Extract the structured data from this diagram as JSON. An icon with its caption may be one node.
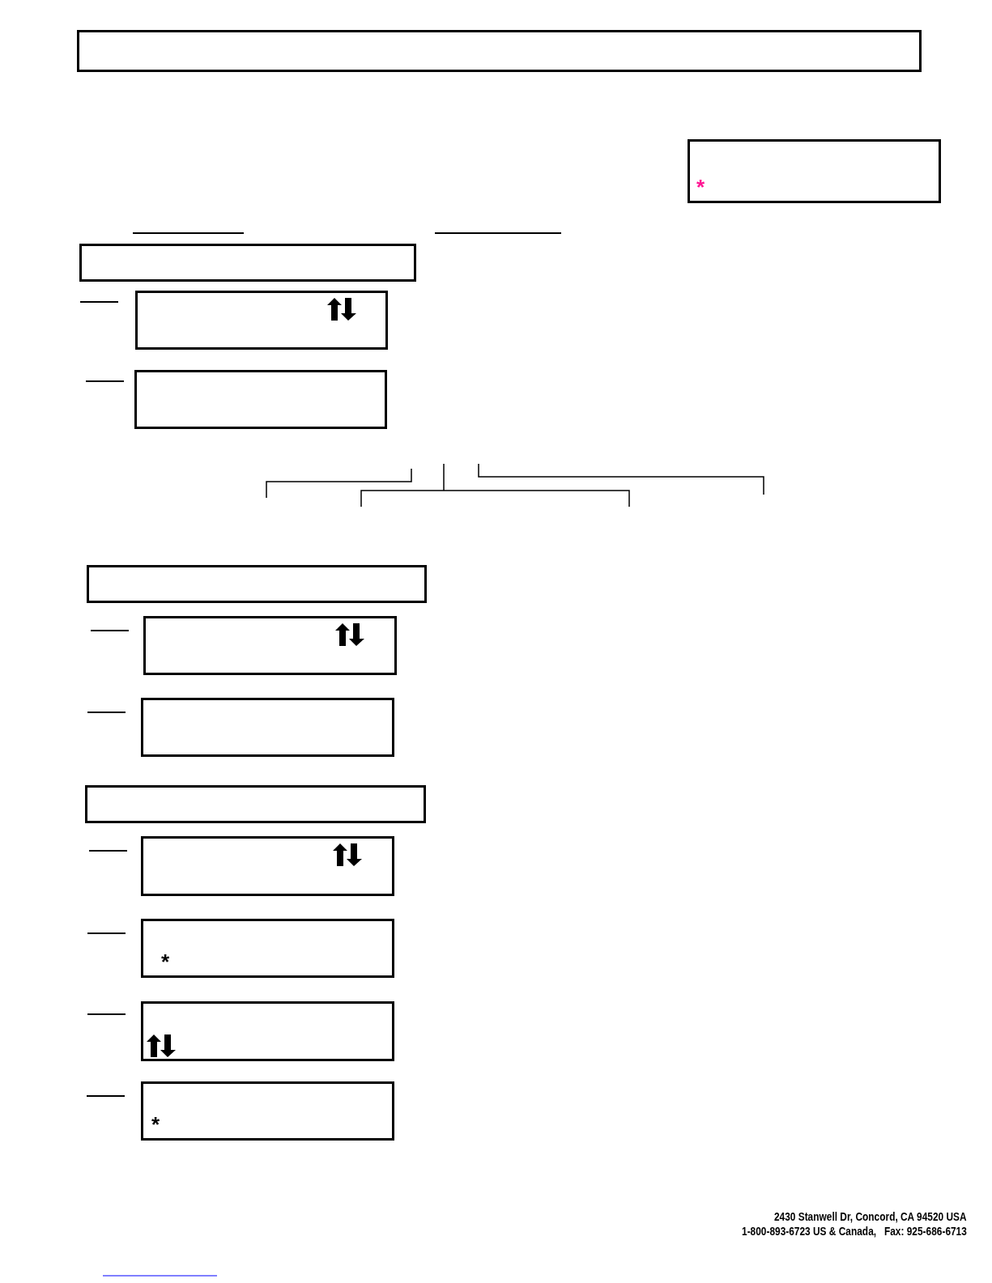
{
  "diagram": {
    "nodes": [
      {
        "text": [],
        "shape": "box"
      },
      {
        "text": [
          "*"
        ]
      },
      {
        "text": [],
        "shape": "box"
      },
      {
        "text": [],
        "shape": "box"
      },
      {
        "text": [],
        "shape": "box"
      },
      {
        "text": [],
        "shape": "box"
      },
      {
        "text": [],
        "shape": "box"
      },
      {
        "text": [],
        "shape": "box"
      },
      {
        "text": [],
        "shape": "box"
      },
      {
        "text": [],
        "shape": "box"
      },
      {
        "text": [
          "*"
        ]
      },
      {
        "text": [],
        "shape": "box"
      },
      {
        "text": [
          "*"
        ]
      }
    ],
    "labels": [
      "2430 Stanwell Dr, Concord, CA 94520 USA",
      "1-800-893-6723 US & Canada,   Fax: 925-686-6713"
    ]
  }
}
